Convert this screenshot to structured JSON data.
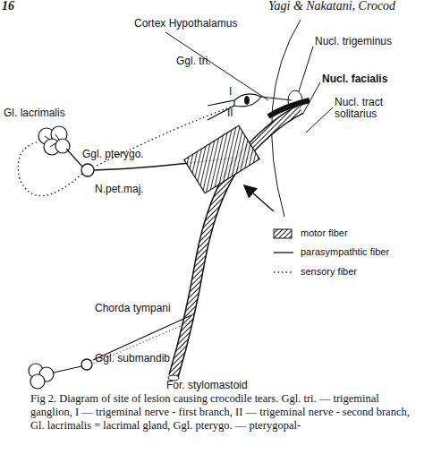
{
  "diagram": {
    "caption": "Fig 2. Diagram of site of lesion causing crocodile tears. Ggl. tri. — trigeminal ganglion, I — trigeminal nerve - first branch, II — trigeminal nerve - second branch, Gl. lacrimalis = lacrimal gland, Ggl. pterygo. — pterygopal-",
    "labels": [
      "16",
      "Yagi & Nakatani, Crocod",
      "Cortex Hypothalamus",
      "Nucl. trigeminus",
      "Ggl. tri.",
      "Nucl. facialis",
      "I",
      "II",
      "Nucl. tract solitarius",
      "Gl. lacrimalis",
      "Ggl. pterygo.",
      "N.pet.maj.",
      "Chorda tympani",
      "Ggl. submandib",
      "For. stylomastoid"
    ],
    "legend": [
      {
        "text": "motor fiber"
      },
      {
        "text": "parasympathtic fiber"
      },
      {
        "text": "sensory fiber"
      }
    ]
  }
}
